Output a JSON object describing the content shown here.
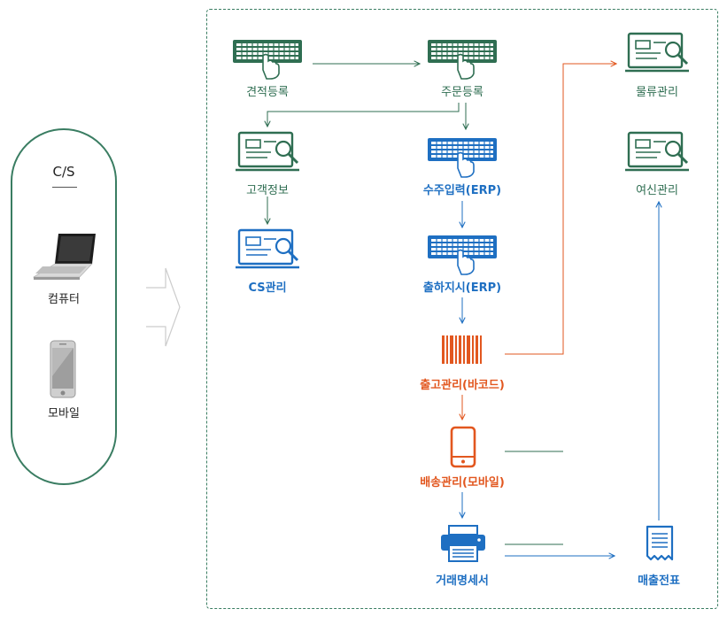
{
  "left_panel": {
    "title": "C/S",
    "devices": [
      {
        "label": "컴퓨터",
        "icon": "laptop-icon"
      },
      {
        "label": "모바일",
        "icon": "smartphone-icon"
      }
    ]
  },
  "flow": {
    "estimate_register": "견적등록",
    "order_register": "주문등록",
    "customer_info": "고객정보",
    "cs_management": "CS관리",
    "order_entry_erp": "수주입력(ERP)",
    "shipping_instruction_erp": "출하지시(ERP)",
    "outbound_barcode": "출고관리(바코드)",
    "delivery_mobile": "배송관리(모바일)",
    "transaction_statement": "거래명세서",
    "logistics_management": "물류관리",
    "credit_management": "여신관리",
    "sales_slip": "매출전표"
  },
  "colors": {
    "green": "#2f6e52",
    "blue": "#1e6fc2",
    "orange": "#e2571f"
  }
}
